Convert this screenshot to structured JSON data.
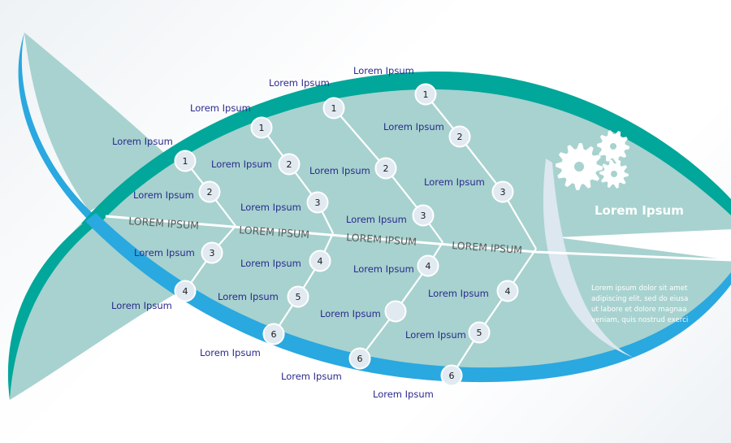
{
  "colors": {
    "body_fill": "#a7d2cf",
    "top_band": "#00a79a",
    "bottom_band": "#2aa8e0",
    "label_text": "#2b2a8c",
    "spine_text": "#5a5a5a",
    "node_fill": "#e1e9f1",
    "bone_line": "#ffffff"
  },
  "head": {
    "title": "Lorem Ipsum",
    "body_lines": [
      "Lorem ipsum dolor sit amet",
      "adipiscing elit, sed do eiusa",
      "ut labore et dolore magnaa",
      "veniam, quis nostrud exerci"
    ],
    "icon": "gears-icon"
  },
  "spine_labels": [
    "LOREM IPSUM",
    "LOREM IPSUM",
    "LOREM IPSUM",
    "LOREM IPSUM"
  ],
  "bones": [
    {
      "name": "bone-1",
      "top_nodes": [
        {
          "number": "1",
          "label": "Lorem Ipsum"
        },
        {
          "number": "2",
          "label": "Lorem Ipsum"
        }
      ],
      "bottom_nodes": [
        {
          "number": "3",
          "label": "Lorem Ipsum"
        },
        {
          "number": "4",
          "label": "Lorem Ipsum"
        }
      ]
    },
    {
      "name": "bone-2",
      "top_nodes": [
        {
          "number": "1",
          "label": "Lorem Ipsum"
        },
        {
          "number": "2",
          "label": "Lorem Ipsum"
        },
        {
          "number": "3",
          "label": "Lorem Ipsum"
        }
      ],
      "bottom_nodes": [
        {
          "number": "4",
          "label": "Lorem Ipsum"
        },
        {
          "number": "5",
          "label": "Lorem Ipsum"
        },
        {
          "number": "6",
          "label": "Lorem Ipsum"
        }
      ]
    },
    {
      "name": "bone-3",
      "top_nodes": [
        {
          "number": "1",
          "label": "Lorem Ipsum"
        },
        {
          "number": "2",
          "label": "Lorem Ipsum"
        },
        {
          "number": "3",
          "label": "Lorem Ipsum"
        }
      ],
      "bottom_nodes": [
        {
          "number": "4",
          "label": "Lorem Ipsum"
        },
        {
          "number": "",
          "label": "Lorem Ipsum"
        },
        {
          "number": "6",
          "label": "Lorem Ipsum"
        }
      ]
    },
    {
      "name": "bone-4",
      "top_nodes": [
        {
          "number": "1",
          "label": "Lorem Ipsum"
        },
        {
          "number": "2",
          "label": "Lorem Ipsum"
        },
        {
          "number": "3",
          "label": "Lorem Ipsum"
        }
      ],
      "bottom_nodes": [
        {
          "number": "4",
          "label": "Lorem Ipsum"
        },
        {
          "number": "5",
          "label": "Lorem Ipsum"
        },
        {
          "number": "6",
          "label": "Lorem Ipsum"
        }
      ]
    }
  ]
}
